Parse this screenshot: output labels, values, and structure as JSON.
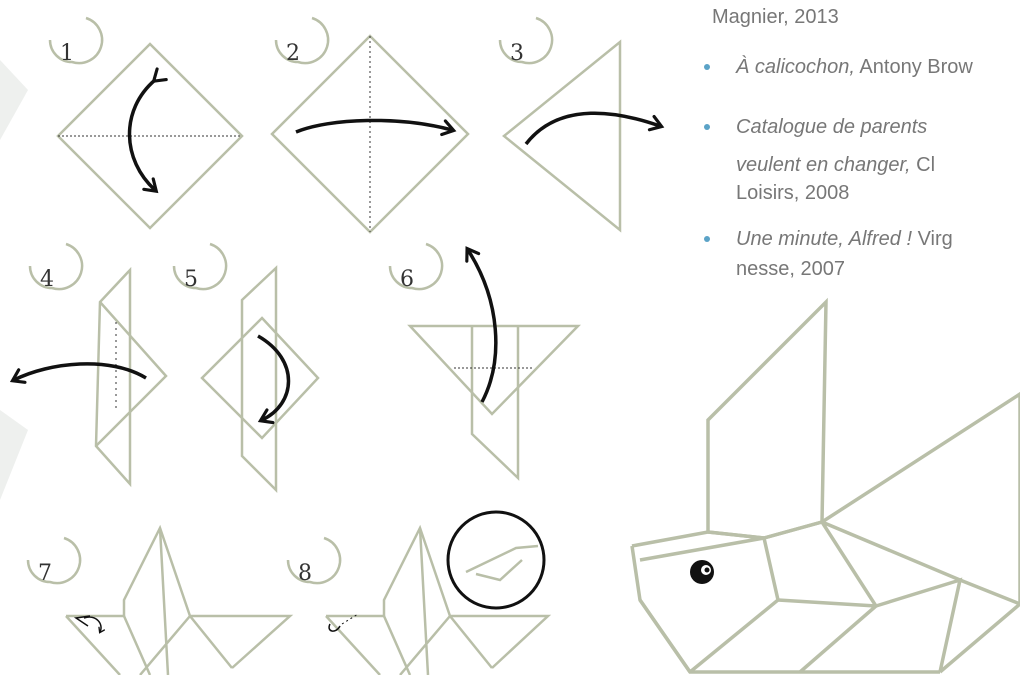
{
  "steps": [
    "1",
    "2",
    "3",
    "4",
    "5",
    "6",
    "7",
    "8"
  ],
  "bibliography": {
    "line0": "Magnier, 2013",
    "items": [
      {
        "title": "À calicochon,",
        "rest": " Antony Brow"
      },
      {
        "title": "Catalogue de parents",
        "rest": ""
      },
      {
        "title": "veulent en changer,",
        "rest": " Cl"
      },
      {
        "title": "",
        "rest": "Loisirs, 2008"
      },
      {
        "title": "Une minute, Alfred !",
        "rest": " Virg"
      },
      {
        "title": "",
        "rest": "nesse, 2007"
      }
    ]
  },
  "colors": {
    "paper_line": "#b9bfa8",
    "arrow": "#111111",
    "bullet": "#5ba3c7",
    "text": "#777777"
  }
}
